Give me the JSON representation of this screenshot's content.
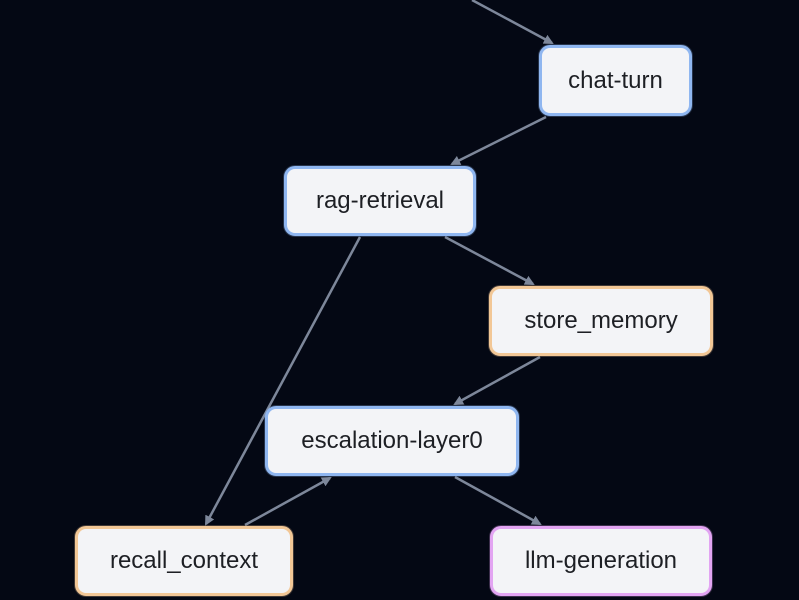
{
  "diagram": {
    "colors": {
      "background": "#040814",
      "edge": "#7d879a",
      "node_fill": "#f3f4f7",
      "step_border": "#8fb6f0",
      "memory_border": "#f2c796",
      "llm_border": "#e2a4f2"
    },
    "nodes": [
      {
        "id": "chat-turn",
        "label": "chat-turn",
        "kind": "step"
      },
      {
        "id": "rag-retrieval",
        "label": "rag-retrieval",
        "kind": "step"
      },
      {
        "id": "store-memory",
        "label": "store_memory",
        "kind": "memory"
      },
      {
        "id": "escalation-layer0",
        "label": "escalation-layer0",
        "kind": "step"
      },
      {
        "id": "recall-context",
        "label": "recall_context",
        "kind": "memory"
      },
      {
        "id": "llm-generation",
        "label": "llm-generation",
        "kind": "llm"
      }
    ],
    "edges": [
      {
        "from": "offscreen-top",
        "to": "chat-turn"
      },
      {
        "from": "chat-turn",
        "to": "rag-retrieval"
      },
      {
        "from": "rag-retrieval",
        "to": "store-memory"
      },
      {
        "from": "rag-retrieval",
        "to": "recall-context"
      },
      {
        "from": "store-memory",
        "to": "escalation-layer0"
      },
      {
        "from": "recall-context",
        "to": "escalation-layer0"
      },
      {
        "from": "escalation-layer0",
        "to": "llm-generation"
      }
    ]
  }
}
